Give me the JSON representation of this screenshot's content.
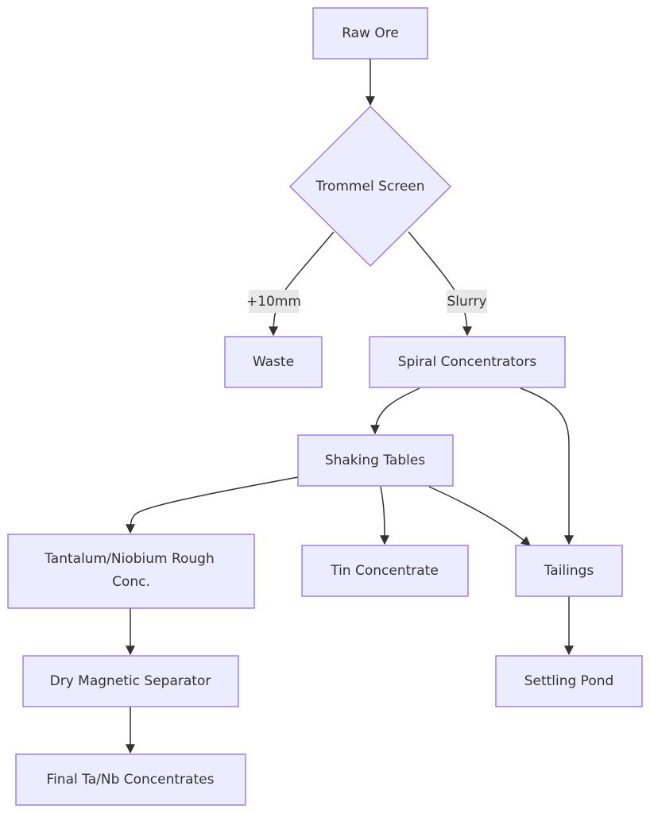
{
  "colors": {
    "node_fill": "#ECECFF",
    "node_stroke": "#9370DB",
    "edge": "#333333",
    "label_bg": "#E8E8E8",
    "text": "#333333"
  },
  "nodes": {
    "raw_ore": "Raw Ore",
    "trommel_screen": "Trommel Screen",
    "waste": "Waste",
    "spiral_concentrators": "Spiral Concentrators",
    "shaking_tables": "Shaking Tables",
    "ta_nb_rough_line1": "Tantalum/Niobium Rough",
    "ta_nb_rough_line2": "Conc.",
    "tin_concentrate": "Tin Concentrate",
    "tailings": "Tailings",
    "dry_magnetic_separator": "Dry Magnetic Separator",
    "settling_pond": "Settling Pond",
    "final_ta_nb": "Final Ta/Nb Concentrates"
  },
  "edge_labels": {
    "oversize": "+10mm",
    "slurry": "Slurry"
  }
}
